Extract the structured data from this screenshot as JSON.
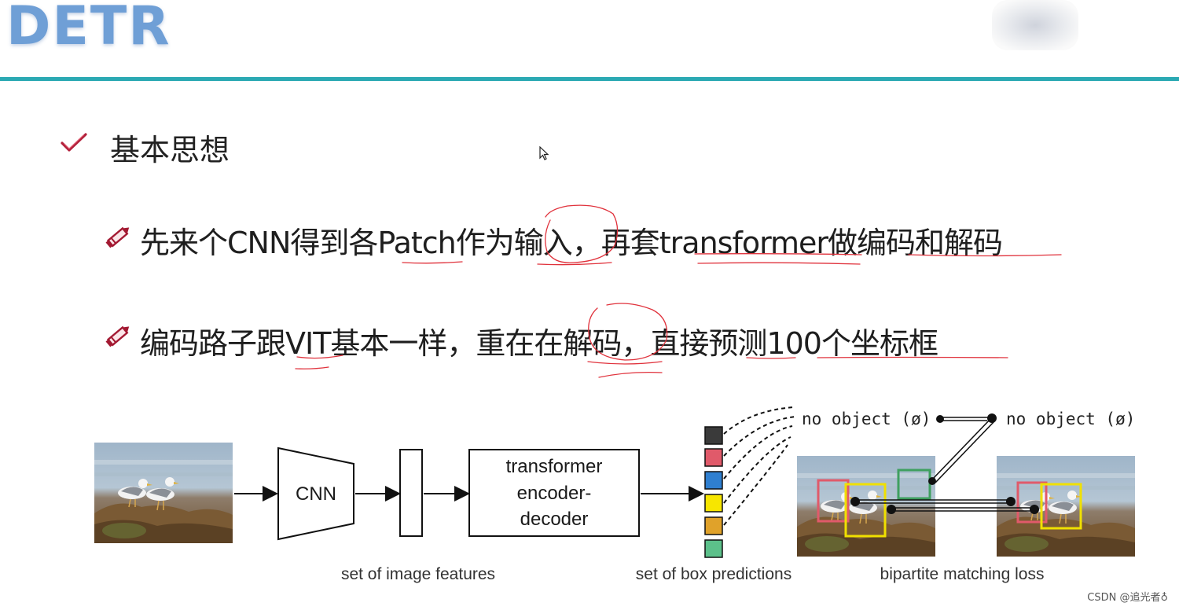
{
  "slide": {
    "title": "DETR",
    "heading": "基本思想",
    "bullets": [
      {
        "text": "先来个CNN得到各Patch作为输入，再套transformer做编码和解码",
        "icon": "pencil-icon"
      },
      {
        "text": "编码路子跟VIT基本一样，重在在解码，直接预测100个坐标框",
        "icon": "pencil-icon"
      }
    ],
    "heading_icon": "checkmark-icon",
    "accent_color": "#2ba9b3",
    "title_color": "#6f9fd6",
    "annotation_color": "#e0323c"
  },
  "diagram": {
    "cnn_label": "CNN",
    "transformer_label_lines": [
      "transformer",
      "encoder-",
      "decoder"
    ],
    "captions": {
      "image_features": "set of image features",
      "box_predictions": "set of box predictions",
      "matching_loss": "bipartite matching loss"
    },
    "no_object_left": "no object (ø)",
    "no_object_right": "no object (ø)",
    "prediction_colors": [
      "#3a3a3a",
      "#e05a6a",
      "#2f7fd0",
      "#f7e600",
      "#e0a22a",
      "#5cc08a"
    ]
  },
  "watermark": "CSDN @追光者♁"
}
